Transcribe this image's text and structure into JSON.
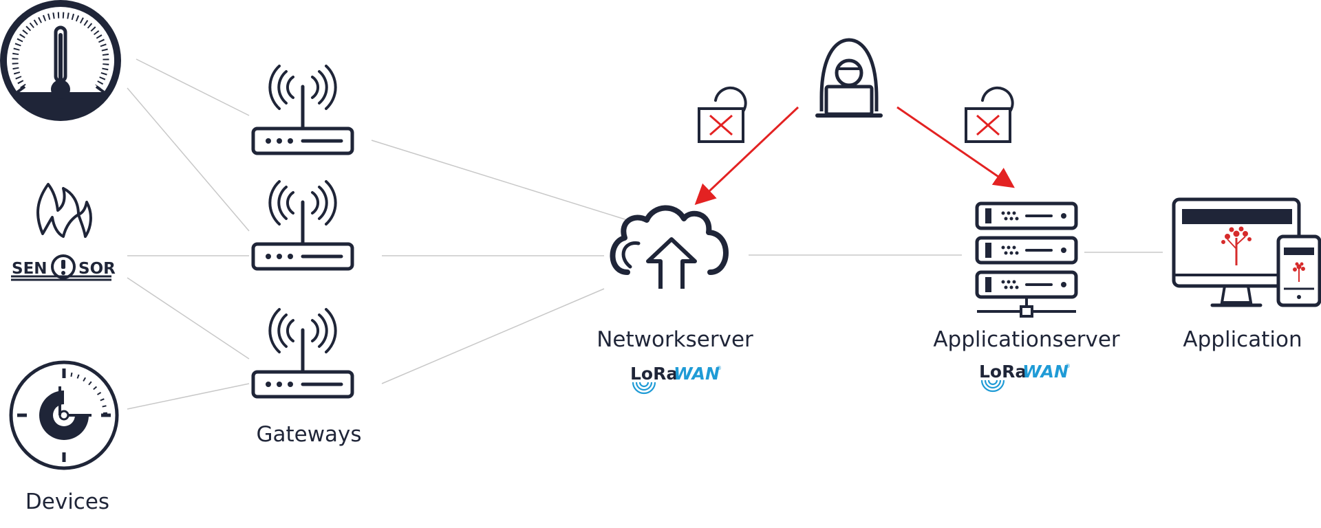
{
  "labels": {
    "devices": "Devices",
    "gateways": "Gateways",
    "networkserver": "Networkserver",
    "applicationserver": "Applicationserver",
    "application": "Application"
  },
  "sensor": {
    "left": "SEN",
    "right": "SOR"
  },
  "lorawan": {
    "part1": "LoRa",
    "part2": "WAN",
    "mark": "®"
  },
  "colors": {
    "ink": "#1f2538",
    "line": "#c8c8c8",
    "attack": "#e32222",
    "lora_blue": "#1f9bd6",
    "tree_red": "#d62b2b"
  },
  "icons": [
    "thermometer-gauge-icon",
    "fire-sensor-icon",
    "clock-icon",
    "router-icon",
    "cloud-upload-icon",
    "hacker-icon",
    "broken-lock-icon",
    "server-rack-icon",
    "desktop-monitor-icon",
    "smartphone-icon",
    "lorawan-logo-icon"
  ]
}
